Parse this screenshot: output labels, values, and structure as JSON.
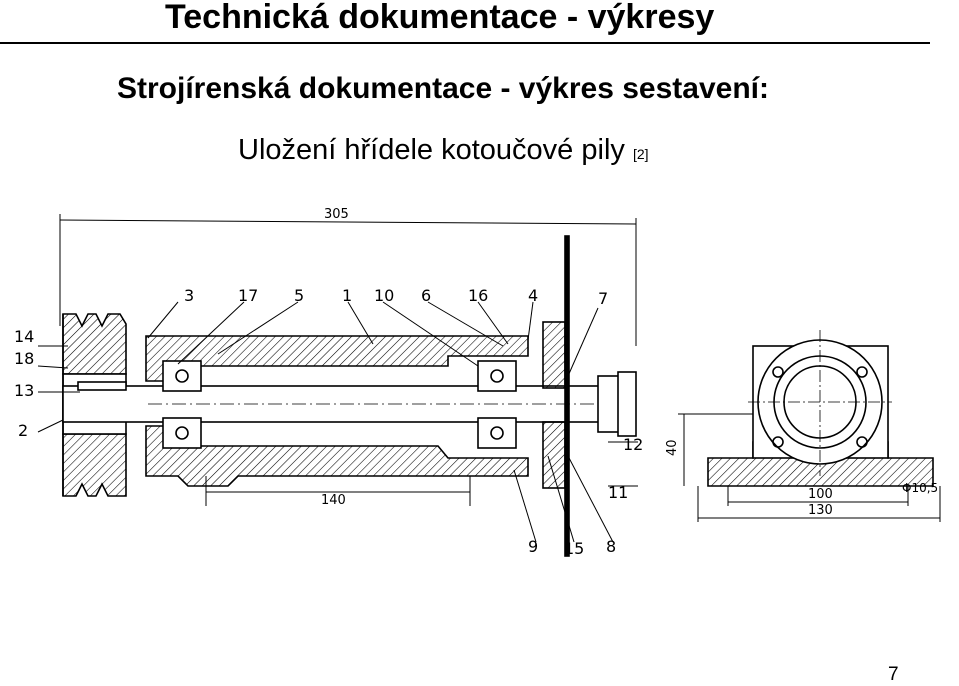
{
  "slide": {
    "title": "Technická dokumentace - výkresy",
    "subtitle": "Strojírenská dokumentace - výkres sestavení:",
    "caption": "Uložení hřídele kotoučové pily",
    "citation": "[2]",
    "page_number": "7"
  },
  "drawing": {
    "dimensions": {
      "overall_length": "305",
      "housing_length": "140",
      "height": "40",
      "bolt_spacing": "100",
      "base_width": "130",
      "hole_diameter": "Φ10,5"
    },
    "part_labels": {
      "p3": "3",
      "p17": "17",
      "p5": "5",
      "p1": "1",
      "p10": "10",
      "p6": "6",
      "p16": "16",
      "p4": "4",
      "p7": "7",
      "p14": "14",
      "p18": "18",
      "p13": "13",
      "p2": "2",
      "p12": "12",
      "p11": "11",
      "p9": "9",
      "p15": "15",
      "p8": "8"
    }
  }
}
